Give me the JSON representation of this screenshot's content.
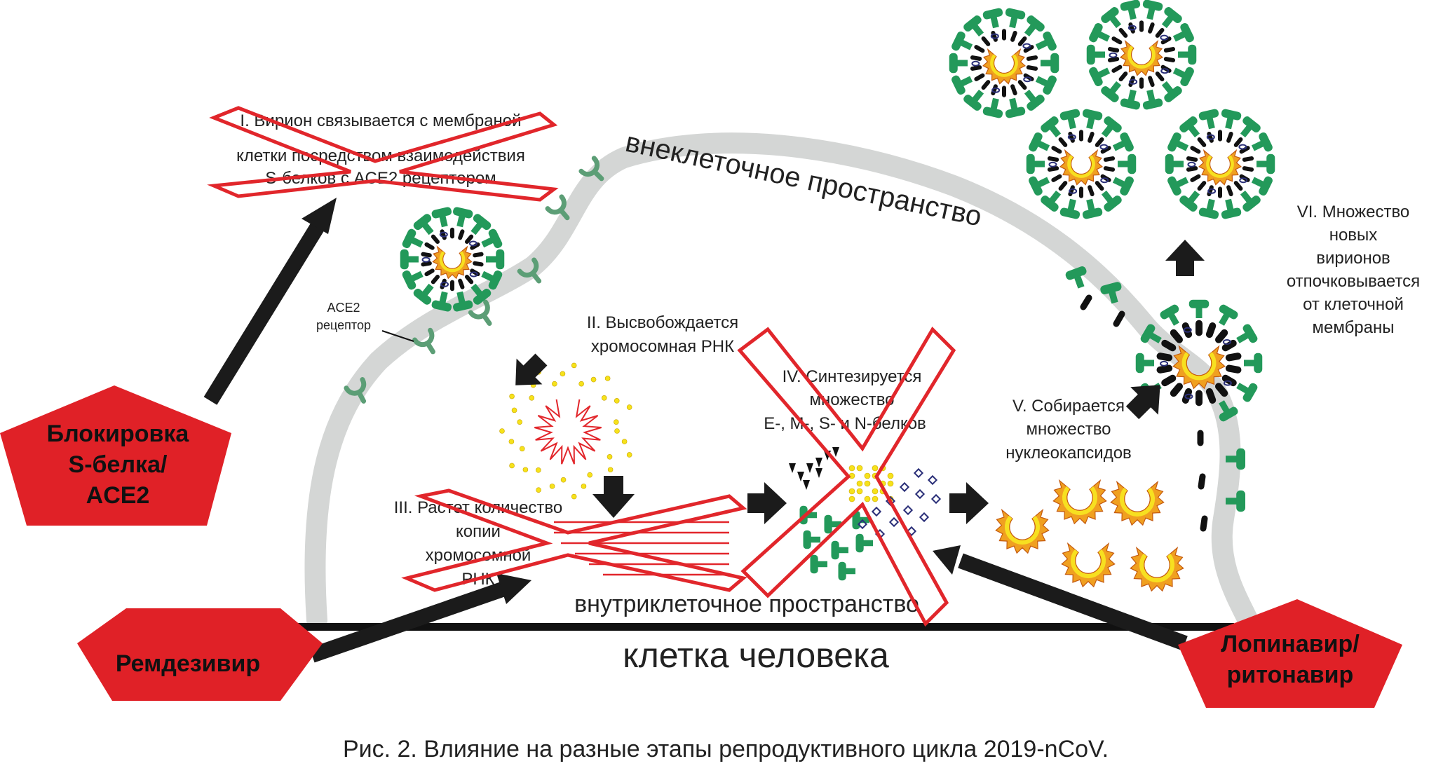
{
  "colors": {
    "drug_red": "#e02127",
    "membrane_grey": "#d4d6d5",
    "spike_green": "#23995a",
    "receptor_green": "#5c9e76",
    "capsid_orange": "#f0a020",
    "capsid_yellow": "#f7e020",
    "rna_red": "#e2262b",
    "dot_yellow": "#f6e21b",
    "protein_navy": "#2a2f78",
    "arrow_black": "#1b1b1b",
    "cross_red": "#e1262b"
  },
  "labels": {
    "extracellular": "внеклеточное пространство",
    "intracellular": "внутриклеточное пространство",
    "cell": "клетка человека",
    "receptor": [
      "ACE2",
      "рецептор"
    ],
    "caption": "Рис. 2. Влияние на разные этапы репродуктивного цикла 2019-nCoV."
  },
  "stages": {
    "s1": [
      "I. Вирион связывается с мембраной",
      "клетки посредством взаимодействия",
      "S-белков с ACE2 рецептором"
    ],
    "s2": [
      "II. Высвобождается",
      "хромосомная РНК"
    ],
    "s3": [
      "III. Растет количество",
      "копии",
      "хромосомной",
      "РНК"
    ],
    "s4": [
      "IV. Синтезируется",
      "множество",
      "E-, M-, S- и N-белков"
    ],
    "s5": [
      "V. Собирается",
      "множество",
      "нуклеокапсидов"
    ],
    "s6": [
      "VI. Множество",
      "новых",
      "вирионов",
      "отпочковывается",
      "от клеточной",
      "мембраны"
    ]
  },
  "drugs": {
    "blocker": [
      "Блокировка",
      "S-белка/",
      "ACE2"
    ],
    "remdesivir": "Ремдезивир",
    "lopinavir": [
      "Лопинавир/",
      "ритонавир"
    ]
  }
}
